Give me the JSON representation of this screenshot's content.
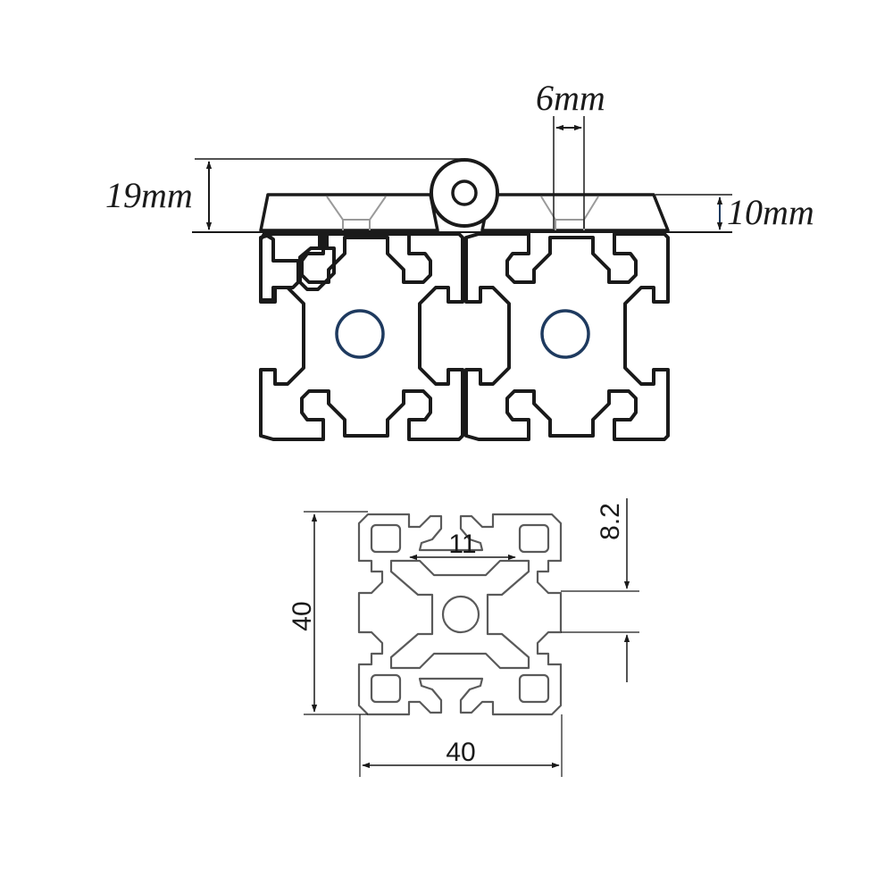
{
  "hinge_view": {
    "height_label": "19mm",
    "hole_label": "6mm",
    "plate_label": "10mm"
  },
  "profile_view": {
    "height_label": "40",
    "width_label": "40",
    "slot_width_label": "11",
    "slot_opening_label": "8.2"
  },
  "colors": {
    "line": "#1a1a1a",
    "profile_line": "#5a5a5a",
    "core_hole": "#1e3a5f",
    "fill": "#ffffff"
  }
}
